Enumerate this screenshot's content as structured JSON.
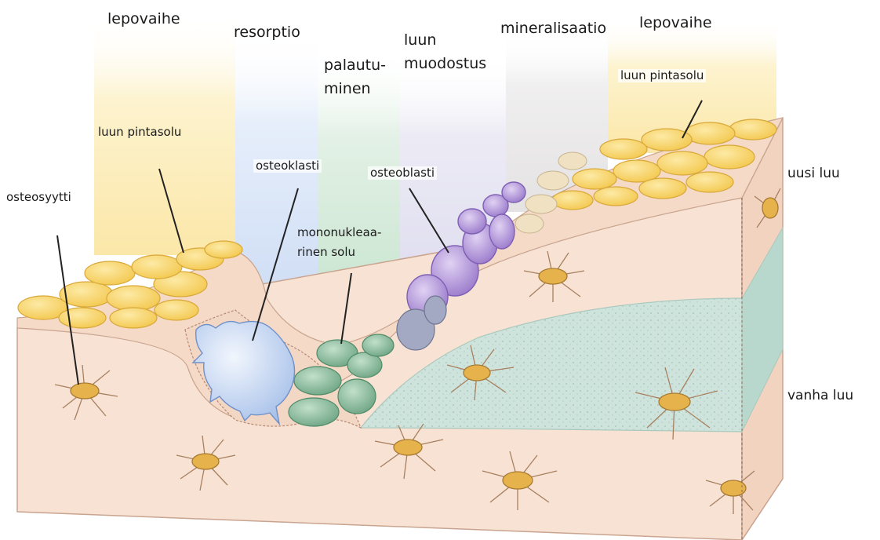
{
  "phases": {
    "resting_left": "lepovaihe",
    "resorption": "resorptio",
    "reversal_line1": "palautu-",
    "reversal_line2": "minen",
    "formation_line1": "luun",
    "formation_line2": "muodostus",
    "mineralisation": "mineralisaatio",
    "resting_right": "lepovaihe"
  },
  "labels": {
    "lining_cell_left": "luun pintasolu",
    "lining_cell_right": "luun pintasolu",
    "osteocyte": "osteosyytti",
    "osteoclast": "osteoklasti",
    "osteoblast": "osteoblasti",
    "mononuclear_line1": "mononukleaa-",
    "mononuclear_line2": "rinen solu",
    "new_bone": "uusi luu",
    "old_bone": "vanha luu"
  },
  "colors": {
    "lining_cell": "#f6d36a",
    "bone": "#f7e2d4",
    "new_bone": "#cfe3dd",
    "osteoclast": "#c9daf4",
    "mononuclear_cell": "#8fbf9f",
    "osteoblast": "#b79ad9",
    "osteocyte": "#e6b24c"
  }
}
